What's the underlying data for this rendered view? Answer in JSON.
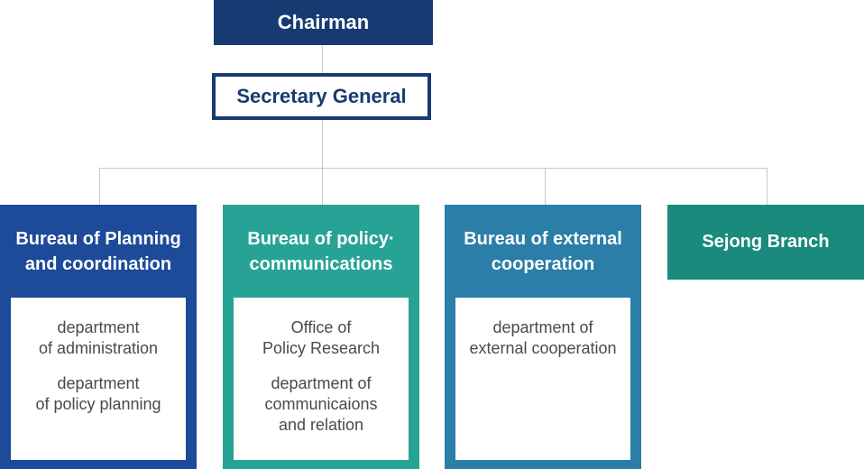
{
  "top": {
    "chairman": "Chairman",
    "secretary_general": "Secretary General"
  },
  "bureaus": [
    {
      "title": "Bureau of Planning\nand coordination",
      "items": [
        "department\nof administration",
        "department\nof policy planning"
      ]
    },
    {
      "title": "Bureau of policy·\ncommunications",
      "items": [
        "Office of\nPolicy Research",
        "department of\ncommunicaions\nand relation"
      ]
    },
    {
      "title": "Bureau of external\ncooperation",
      "items": [
        "department of\nexternal cooperation"
      ]
    }
  ],
  "branch": {
    "title": "Sejong Branch"
  },
  "colors": {
    "navy": "#173a73",
    "bureau_planning": "#1d4a99",
    "bureau_policy": "#27a396",
    "bureau_external": "#2a7ea8",
    "sejong": "#1a8a7c",
    "connector": "#c8c8c8"
  }
}
